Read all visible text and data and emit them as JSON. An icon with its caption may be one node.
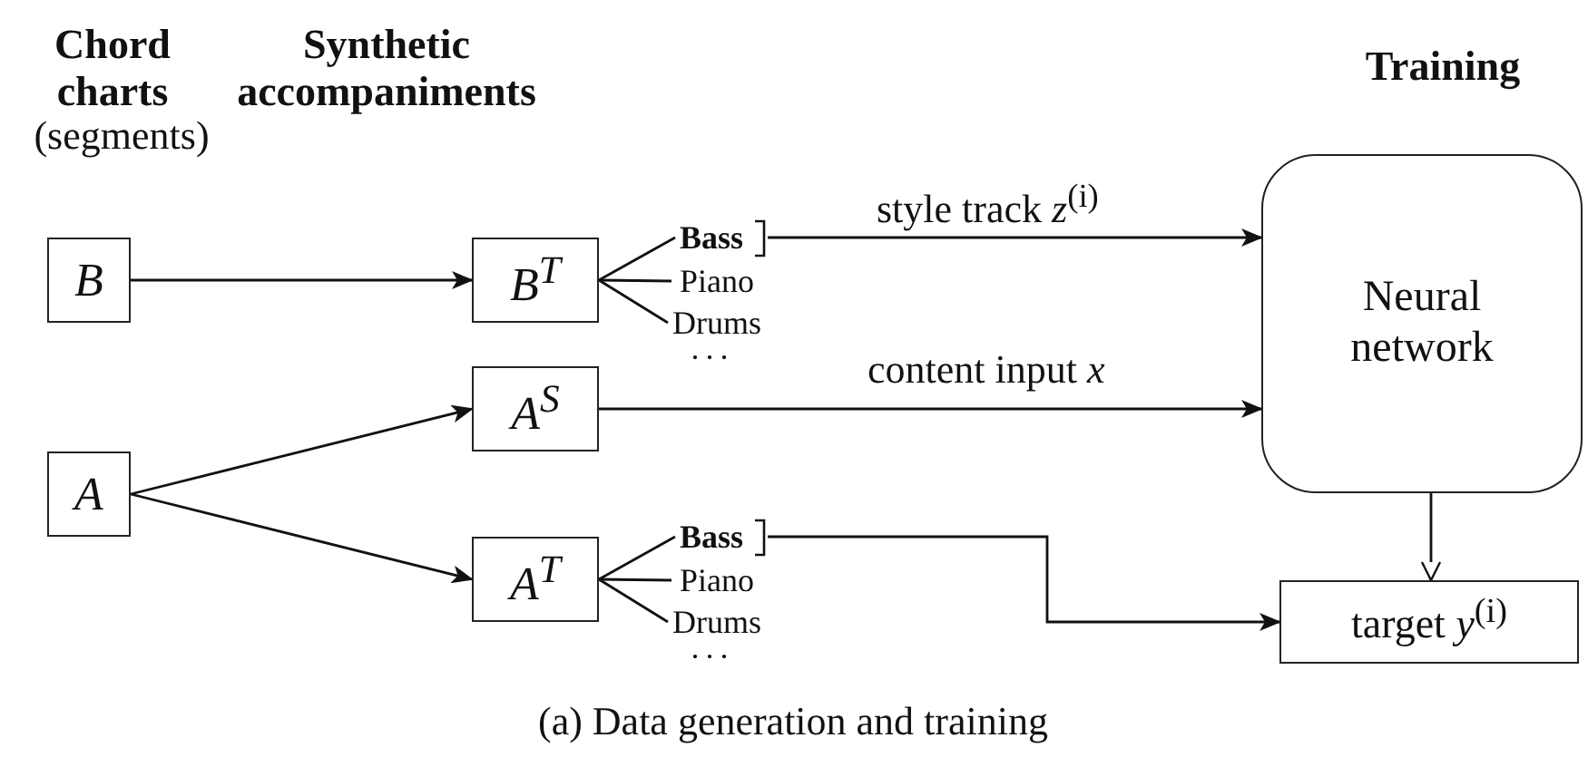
{
  "diagram": {
    "caption": "(a) Data generation and training",
    "nodes": [
      {
        "text": [
          "B"
        ]
      },
      {
        "text": [
          "A"
        ]
      },
      {
        "text": [
          "B$^{T}$"
        ]
      },
      {
        "text": [
          "A$^{S}$"
        ]
      },
      {
        "text": [
          "A$^{T}$"
        ]
      },
      {
        "text": [
          "Bass"
        ]
      },
      {
        "text": [
          "Piano"
        ]
      },
      {
        "text": [
          "Drums"
        ]
      },
      {
        "text": [
          "Bass"
        ]
      },
      {
        "text": [
          "Piano"
        ]
      },
      {
        "text": [
          "Drums"
        ]
      },
      {
        "text": [
          "Neural network"
        ]
      },
      {
        "text": [
          "target *y*$^{(i)}$"
        ]
      }
    ],
    "edges": [
      {
        "from": 0,
        "to": 2,
        "arrow": "to"
      },
      {
        "from": 1,
        "to": 3,
        "arrow": "to"
      },
      {
        "from": 1,
        "to": 4,
        "arrow": "to"
      },
      {
        "from": 2,
        "to": 5,
        "arrow": "none"
      },
      {
        "from": 2,
        "to": 6,
        "arrow": "none"
      },
      {
        "from": 2,
        "to": 7,
        "arrow": "none"
      },
      {
        "from": 4,
        "to": 8,
        "arrow": "none"
      },
      {
        "from": 4,
        "to": 9,
        "arrow": "none"
      },
      {
        "from": 4,
        "to": 10,
        "arrow": "none"
      },
      {
        "from": 5,
        "to": 11,
        "arrow": "to",
        "label": "style track *z*$^{(i)}$"
      },
      {
        "from": 3,
        "to": 11,
        "arrow": "to",
        "label": "content input *x*"
      },
      {
        "from": 8,
        "to": 12,
        "arrow": "to"
      },
      {
        "from": 11,
        "to": 12,
        "arrow": "to"
      }
    ],
    "labels": [
      "Chord charts",
      "(segments)",
      "Synthetic accompaniments",
      "Training",
      "···",
      "···"
    ]
  }
}
